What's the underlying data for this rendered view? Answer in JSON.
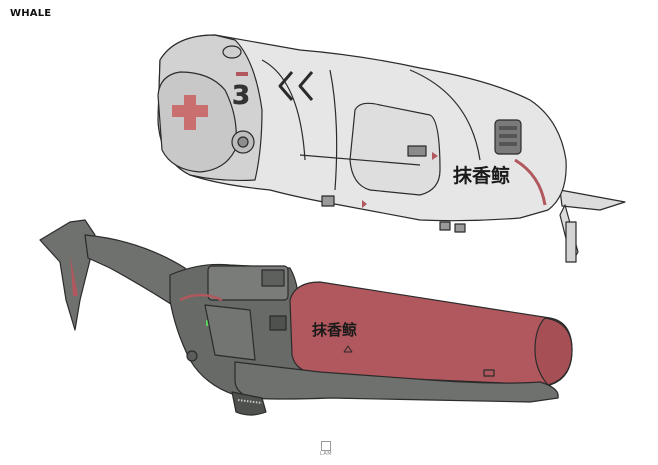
{
  "title": "WHALE",
  "ships": {
    "white": {
      "hull_number": "3",
      "hull_name": "抹香鲸"
    },
    "red": {
      "hull_name": "抹香鲸"
    }
  },
  "signature": {
    "text": "LAM"
  },
  "colors": {
    "white_hull": "#e6e6e6",
    "grey_hull": "#6f716e",
    "red_hull": "#b0585d",
    "red_cross": "#c96f70",
    "outline": "#2b2b2b"
  }
}
